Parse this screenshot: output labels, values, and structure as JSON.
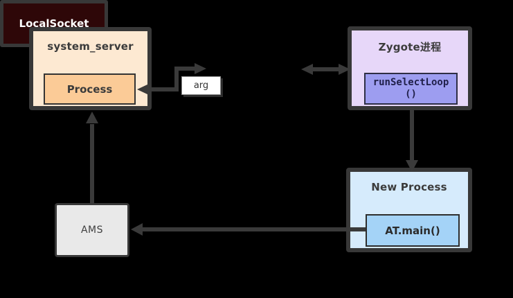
{
  "diagram": {
    "background": "#000000",
    "line_color": "#3a3a3a",
    "nodes": {
      "system_server": {
        "title": "system_server",
        "fill": "#fde9d2",
        "child_label": "Process",
        "child_fill": "#fbcb97"
      },
      "local_socket": {
        "label": "LocalSocket",
        "fill": "#2e0708",
        "text_color": "#ffffff"
      },
      "arg_label": {
        "label": "arg",
        "fill": "#ffffff"
      },
      "zygote": {
        "title": "Zygote进程",
        "fill": "#e7d7f9",
        "child_label_line1": "runSelectLoop",
        "child_label_line2": "()",
        "child_fill": "#9d9df0"
      },
      "new_process": {
        "title": "New Process",
        "fill": "#d6ebfc",
        "child_label": "AT.main()",
        "child_fill": "#a4d3f7"
      },
      "ams": {
        "label": "AMS",
        "fill": "#e9e9e9"
      }
    },
    "edges": [
      {
        "from": "LocalSocket",
        "to": "Process",
        "style": "elbow",
        "heads": "both",
        "label": "arg"
      },
      {
        "from": "LocalSocket",
        "to": "Zygote进程",
        "style": "straight",
        "heads": "both"
      },
      {
        "from": "runSelectLoop()",
        "to": "New Process",
        "style": "straight",
        "heads": "end"
      },
      {
        "from": "AT.main()",
        "to": "AMS",
        "style": "straight",
        "heads": "end"
      },
      {
        "from": "AMS",
        "to": "Process",
        "style": "straight",
        "heads": "end"
      }
    ]
  }
}
